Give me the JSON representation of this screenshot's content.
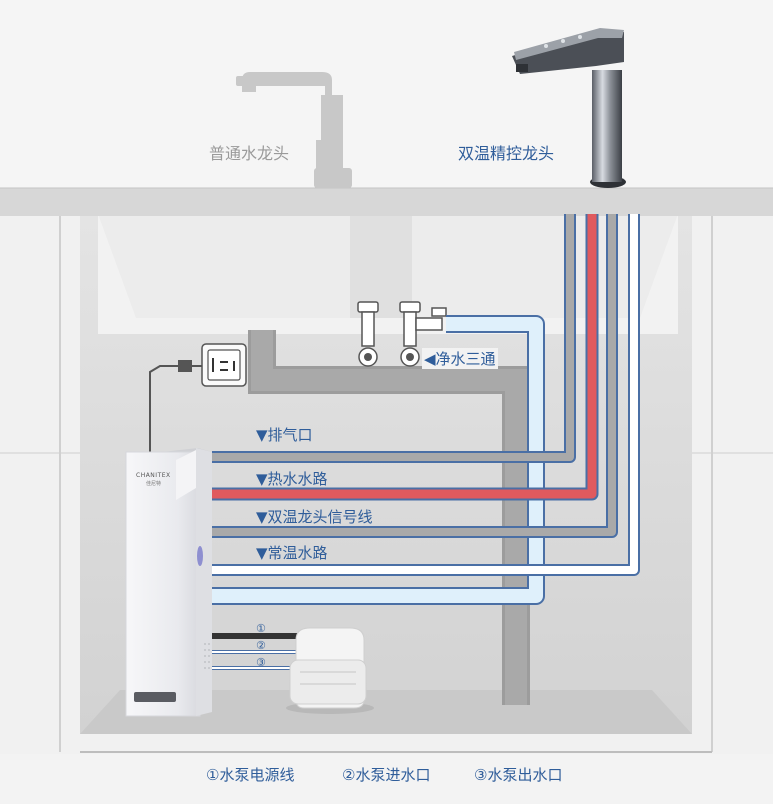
{
  "faucets": {
    "normal_label": "普通水龙头",
    "dual_label": "双温精控龙头"
  },
  "valve_label": "◀净水三通",
  "pipe_labels": {
    "exhaust": "▼排气口",
    "hot": "▼热水水路",
    "signal": "▼双温龙头信号线",
    "normal": "▼常温水路"
  },
  "purifier": {
    "brand": "CHANITEX",
    "brand_sub": "佳尼特"
  },
  "pump_markers": [
    "①",
    "②",
    "③"
  ],
  "legend": {
    "item1": "①水泵电源线",
    "item2": "②水泵进水口",
    "item3": "③水泵出水口"
  },
  "colors": {
    "hot": "#e05a5e",
    "outline": "#4a6fa5",
    "cold_fill": "#dff0fb",
    "grey_pipe": "#a9a9a9",
    "label_blue": "#2f5d9a",
    "muted_text": "#9a9a9a"
  }
}
